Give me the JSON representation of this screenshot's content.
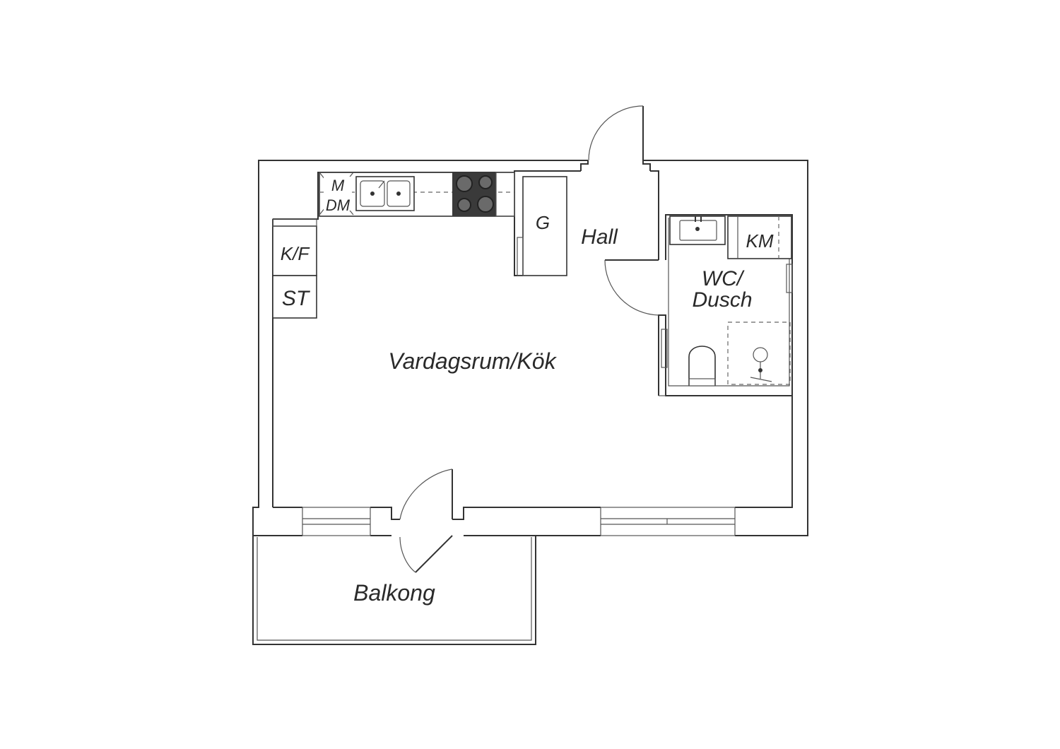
{
  "rooms": {
    "living_kitchen": "Vardagsrum/Kök",
    "hall": "Hall",
    "bathroom_line1": "WC/",
    "bathroom_line2": "Dusch",
    "balcony": "Balkong"
  },
  "fixtures": {
    "microwave": "M",
    "dishwasher": "DM",
    "fridge_freezer": "K/F",
    "wardrobe_st": "ST",
    "wardrobe_g": "G",
    "washing_machine": "KM"
  }
}
